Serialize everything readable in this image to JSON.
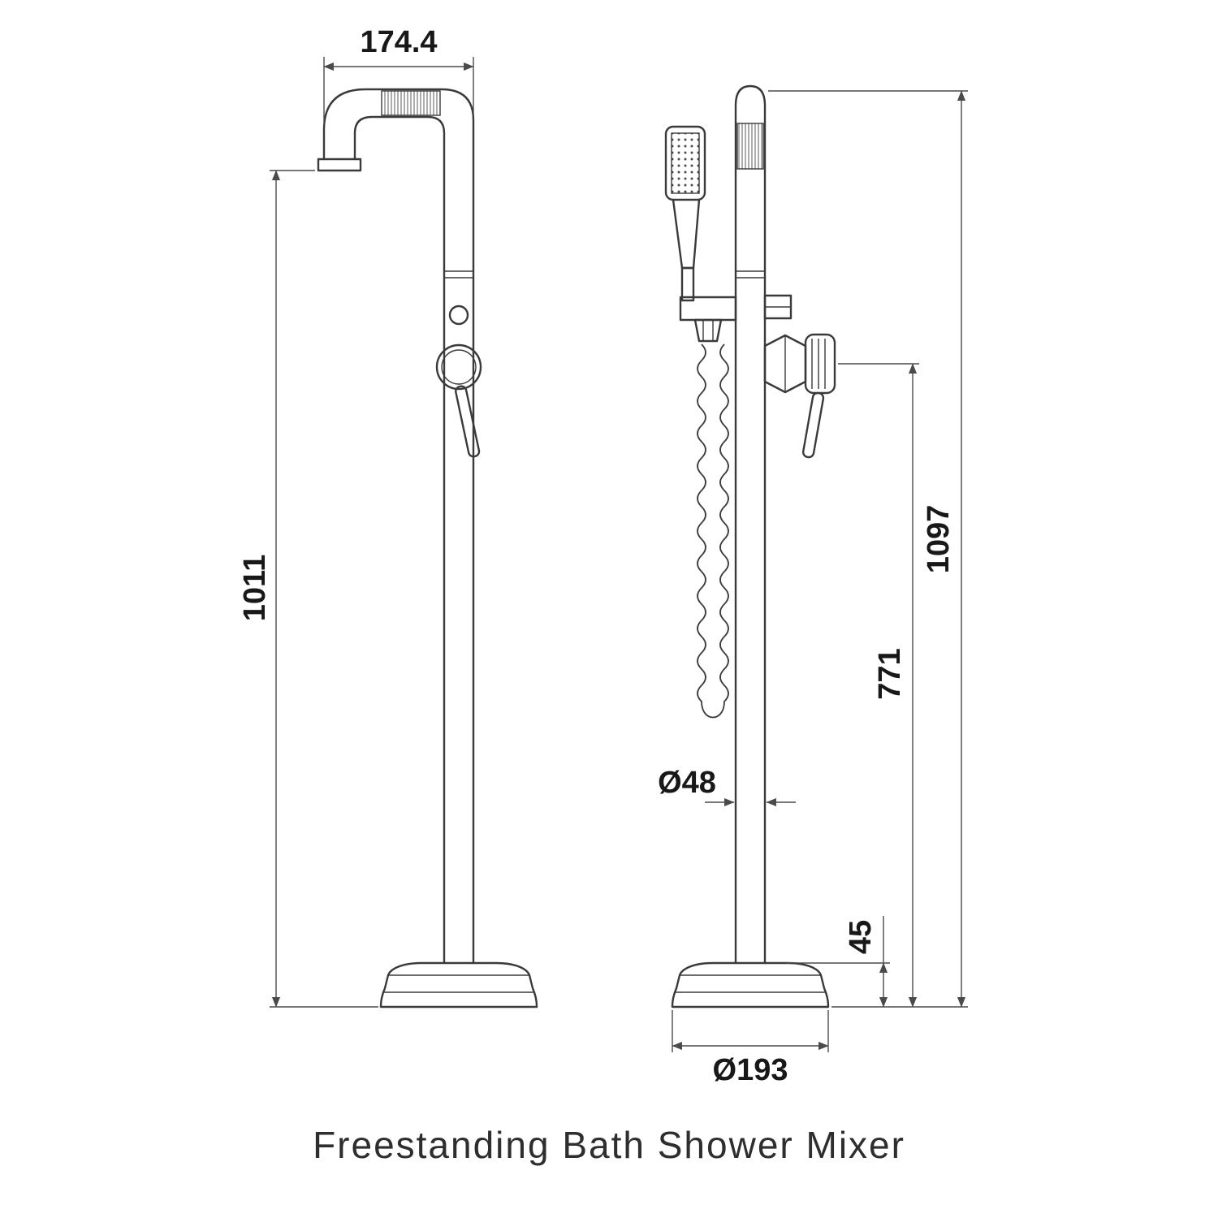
{
  "diagram": {
    "caption": "Freestanding Bath Shower Mixer",
    "dimensions": {
      "spout_reach": "174.4",
      "front_height": "1011",
      "total_height": "1097",
      "outlet_height": "771",
      "column_diameter": "Ø48",
      "base_height": "45",
      "base_diameter": "Ø193"
    },
    "colors": {
      "line": "#3a3a3a",
      "dimension": "#4a4a4a",
      "text": "#181818",
      "background": "#ffffff"
    }
  }
}
